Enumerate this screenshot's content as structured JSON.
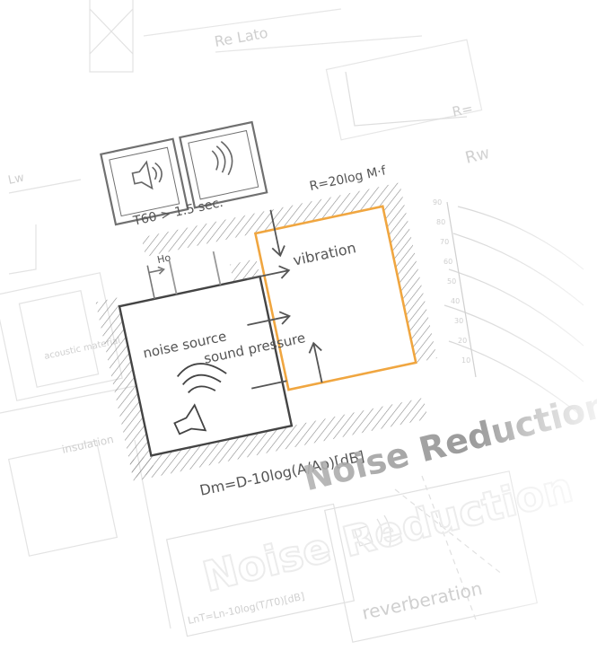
{
  "labels": {
    "formula_r": "R=20log M·f",
    "t60": "T60 > 1.5 sec.",
    "ho": "Ho",
    "vibration": "vibration",
    "noise_source": "noise source",
    "sound_pressure": "sound pressure",
    "formula_dm": "Dm=D-10log(A/Ao)[dB]",
    "title": "Noise Reduction",
    "reverberation": "reverberation"
  },
  "background_labels": {
    "top_center": "Re Lato",
    "top_right": "R=",
    "right": "Rw",
    "left_top": "Lw",
    "left_mid": "acoustic material",
    "bottom_left": "insulation",
    "bottom_formula": "LnT=Ln-10log(T/T0)[dB]",
    "scale_ticks": [
      "90",
      "80",
      "70",
      "60",
      "50",
      "40",
      "30",
      "20",
      "10"
    ]
  },
  "colors": {
    "accent": "#f0a640",
    "pencil": "#555555",
    "faint": "#d0d0d0",
    "hatch": "#8a8a8a"
  },
  "icons": {
    "speaker": "speaker-icon"
  }
}
